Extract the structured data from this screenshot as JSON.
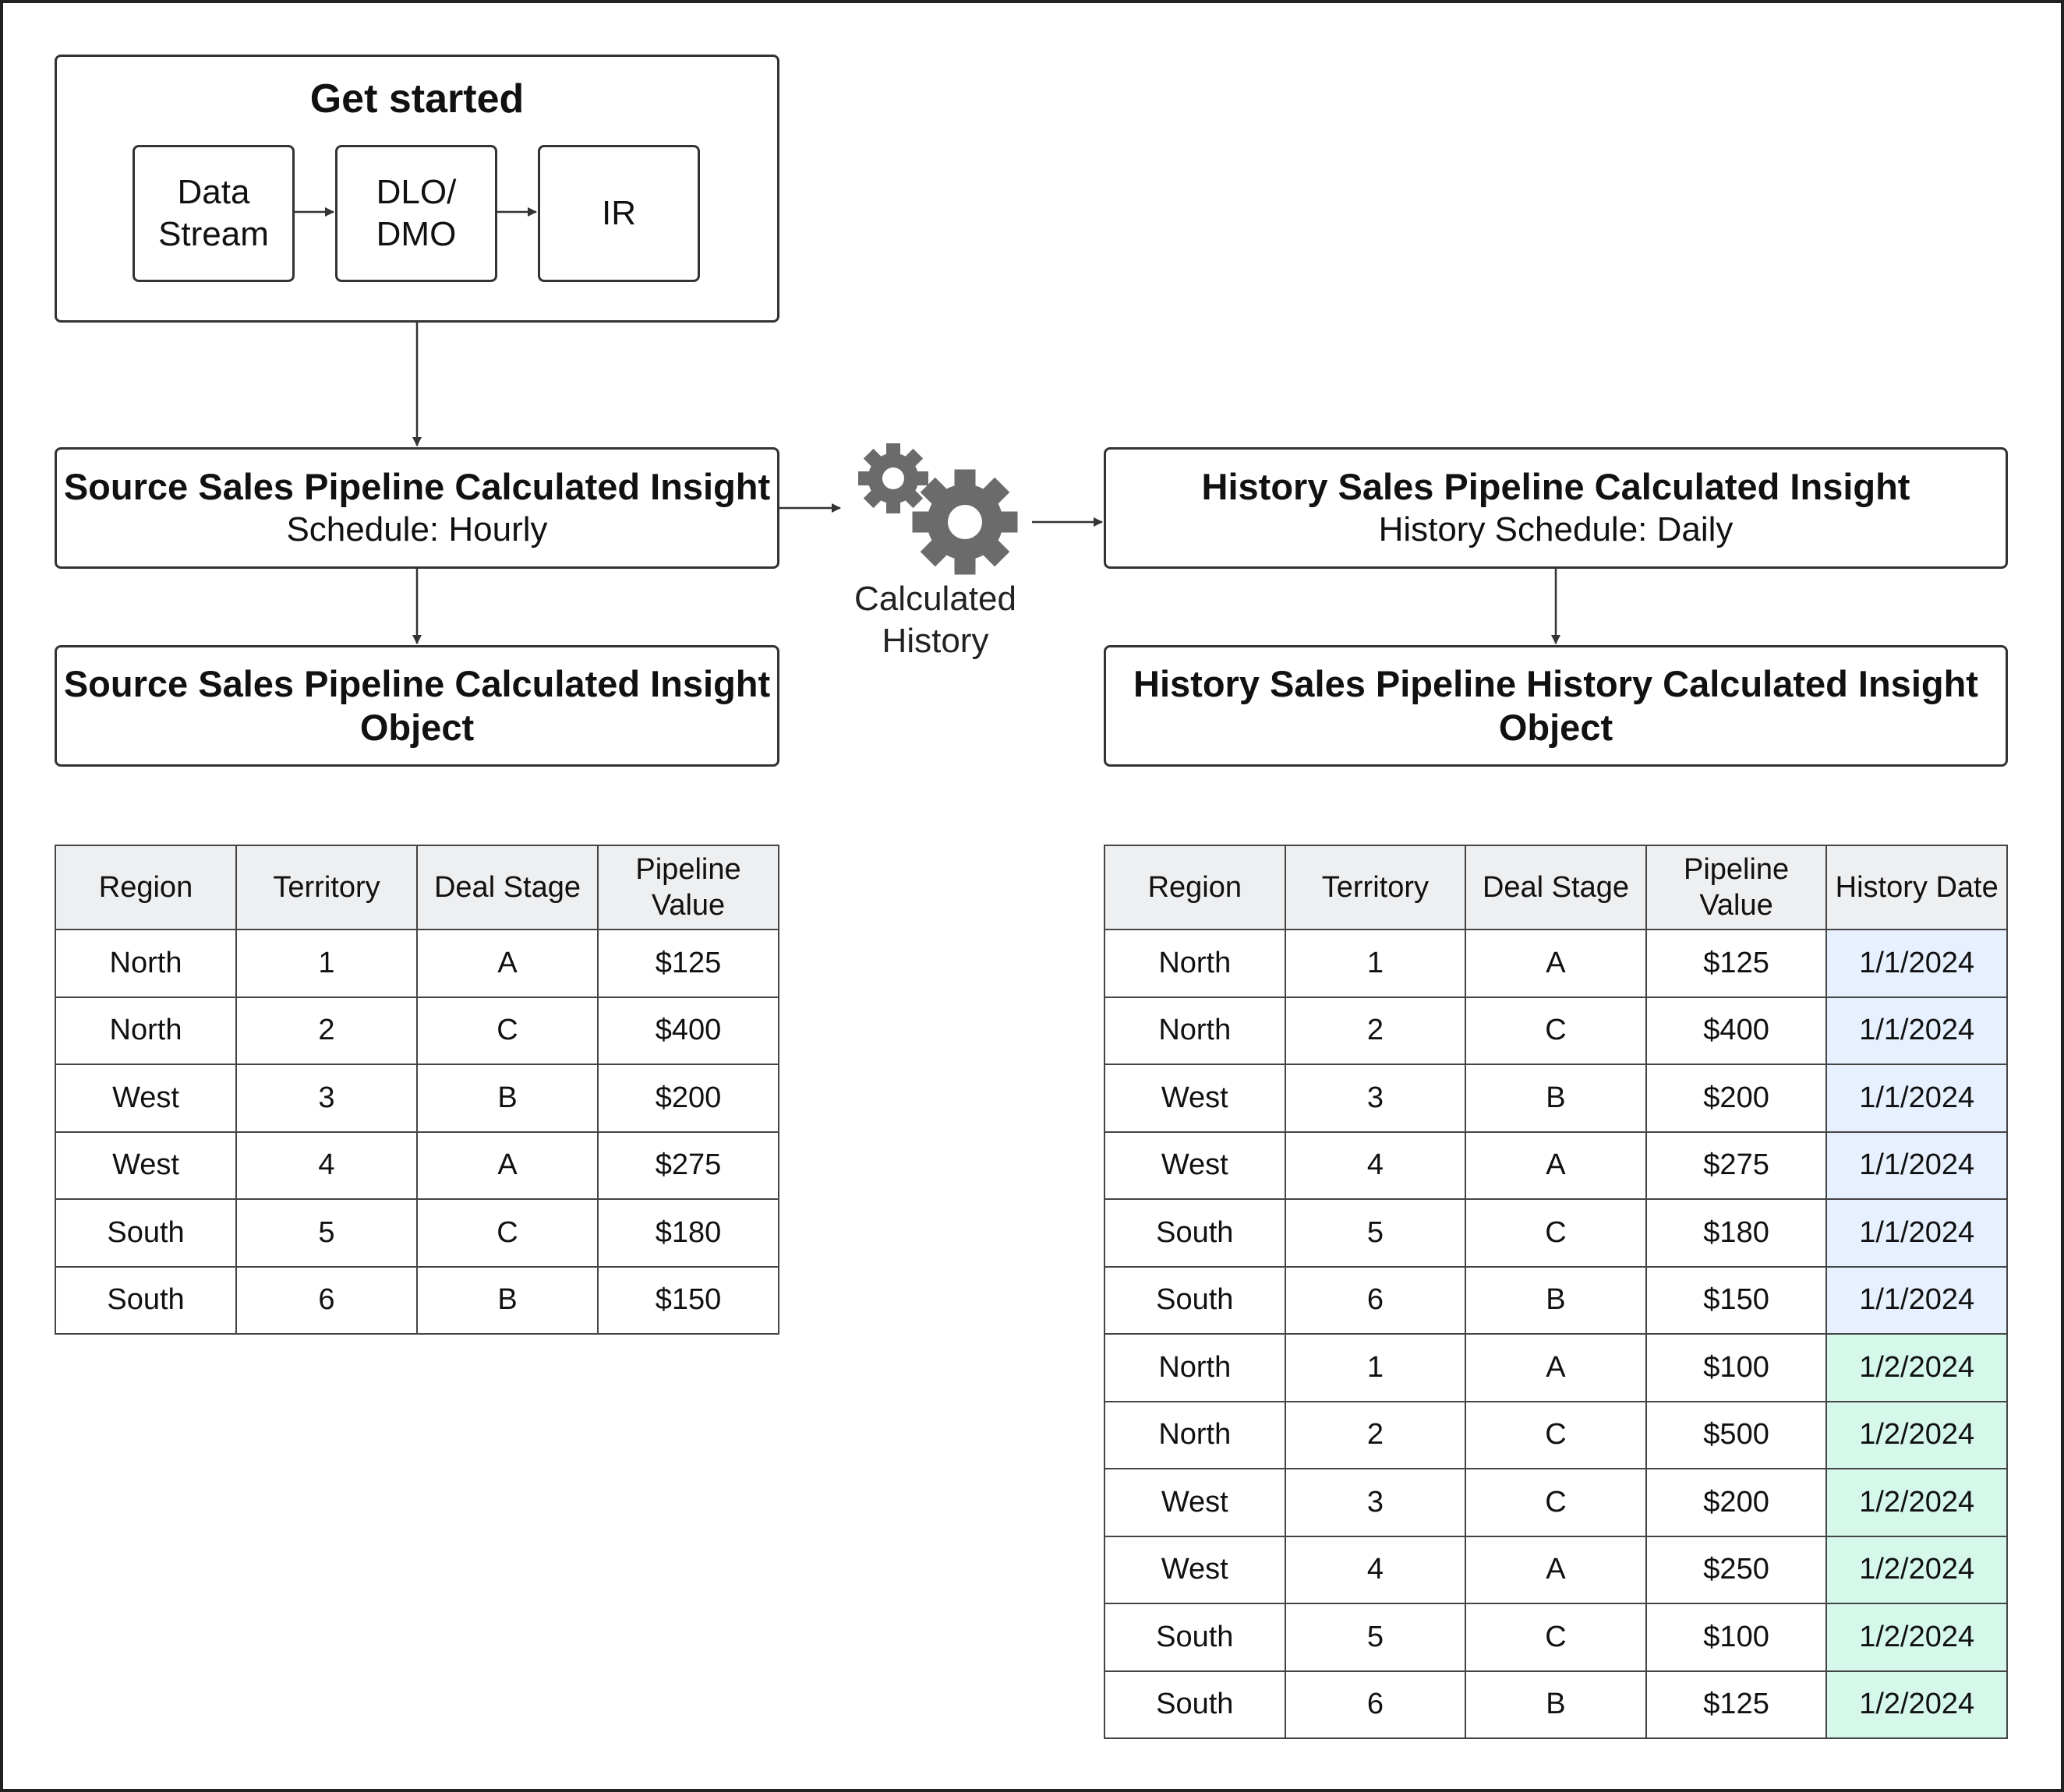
{
  "get_started": {
    "title": "Get started",
    "steps": [
      "Data\nStream",
      "DLO/\nDMO",
      "IR"
    ]
  },
  "source_ci": {
    "title": "Source Sales Pipeline Calculated Insight",
    "schedule": "Schedule: Hourly"
  },
  "source_object": {
    "title_line1": "Source Sales Pipeline Calculated Insight",
    "title_line2": "Object"
  },
  "calculated_history": {
    "label_line1": "Calculated",
    "label_line2": "History",
    "icon": "gears-icon",
    "icon_color": "#6b6b6b"
  },
  "history_ci": {
    "title": "History Sales Pipeline Calculated Insight",
    "schedule": "History Schedule: Daily"
  },
  "history_object": {
    "title_line1": "History Sales Pipeline History Calculated Insight",
    "title_line2": "Object"
  },
  "source_table": {
    "columns": [
      "Region",
      "Territory",
      "Deal Stage",
      "Pipeline\nValue"
    ],
    "rows": [
      [
        "North",
        "1",
        "A",
        "$125"
      ],
      [
        "North",
        "2",
        "C",
        "$400"
      ],
      [
        "West",
        "3",
        "B",
        "$200"
      ],
      [
        "West",
        "4",
        "A",
        "$275"
      ],
      [
        "South",
        "5",
        "C",
        "$180"
      ],
      [
        "South",
        "6",
        "B",
        "$150"
      ]
    ]
  },
  "history_table": {
    "columns": [
      "Region",
      "Territory",
      "Deal Stage",
      "Pipeline\nValue",
      "History Date"
    ],
    "date_colors": {
      "1/1/2024": "#e6f0fe",
      "1/2/2024": "#d5f8ea"
    },
    "rows": [
      [
        "North",
        "1",
        "A",
        "$125",
        "1/1/2024"
      ],
      [
        "North",
        "2",
        "C",
        "$400",
        "1/1/2024"
      ],
      [
        "West",
        "3",
        "B",
        "$200",
        "1/1/2024"
      ],
      [
        "West",
        "4",
        "A",
        "$275",
        "1/1/2024"
      ],
      [
        "South",
        "5",
        "C",
        "$180",
        "1/1/2024"
      ],
      [
        "South",
        "6",
        "B",
        "$150",
        "1/1/2024"
      ],
      [
        "North",
        "1",
        "A",
        "$100",
        "1/2/2024"
      ],
      [
        "North",
        "2",
        "C",
        "$500",
        "1/2/2024"
      ],
      [
        "West",
        "3",
        "C",
        "$200",
        "1/2/2024"
      ],
      [
        "West",
        "4",
        "A",
        "$250",
        "1/2/2024"
      ],
      [
        "South",
        "5",
        "C",
        "$100",
        "1/2/2024"
      ],
      [
        "South",
        "6",
        "B",
        "$125",
        "1/2/2024"
      ]
    ]
  }
}
